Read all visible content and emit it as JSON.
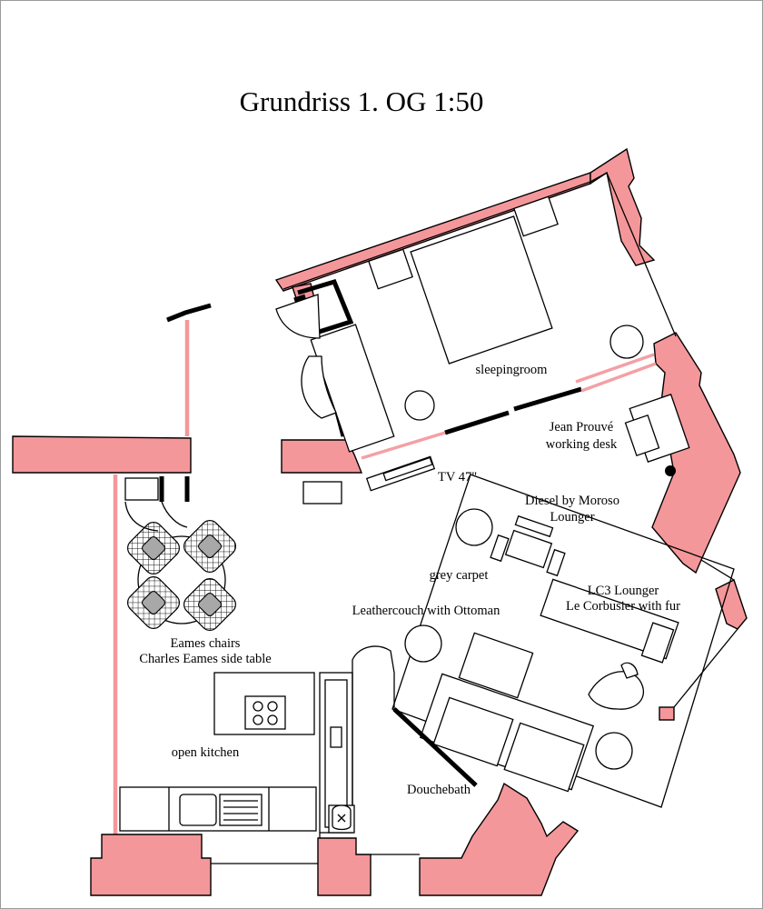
{
  "title": "Grundriss 1. OG 1:50",
  "labels": {
    "sleeping_room": "sleepingroom",
    "desk_line1": "Jean Prouvé",
    "desk_line2": "working desk",
    "tv": "TV 47\"",
    "diesel_line1": "Diesel by Moroso",
    "diesel_line2": "Lounger",
    "grey_carpet": "grey carpet",
    "lc3_line1": "LC3 Lounger",
    "lc3_line2": "Le Corbusier with fur",
    "leathercouch": "Leathercouch with Ottoman",
    "eames_line1": "Eames chairs",
    "eames_line2": "Charles Eames side table",
    "open_kitchen": "open kitchen",
    "douchebath": "Douchebath"
  },
  "colors": {
    "wall": "#f4979a",
    "line": "#000000",
    "chair_seat": "#a8a8a8",
    "background": "#ffffff"
  }
}
